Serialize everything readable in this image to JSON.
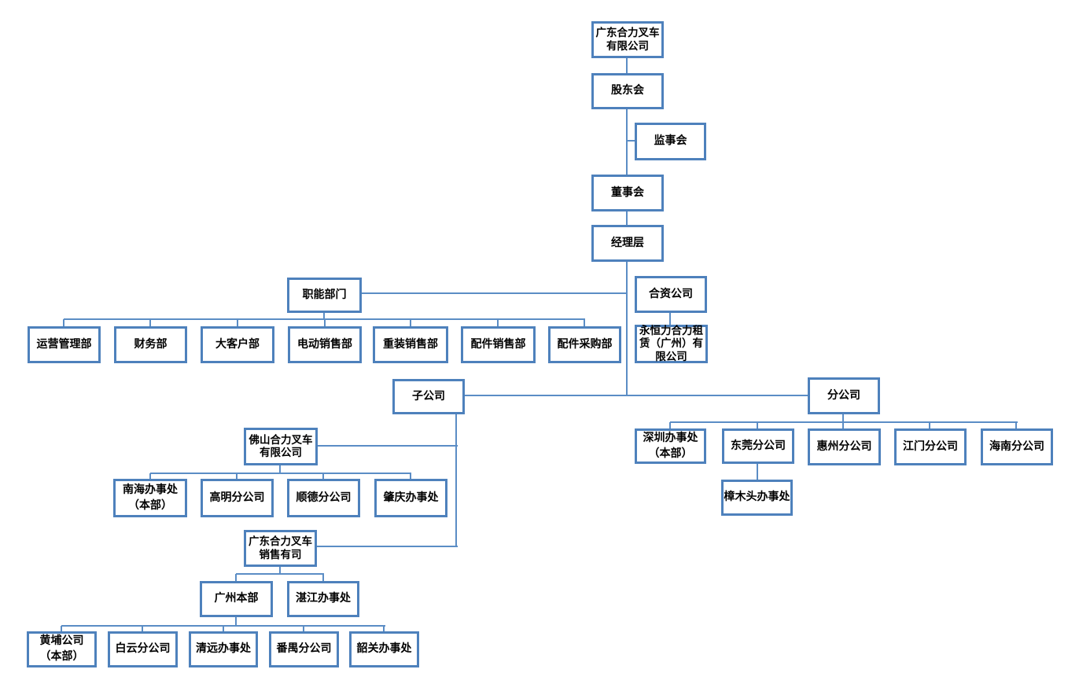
{
  "diagram": {
    "type": "organization-chart",
    "company": "广东合力叉车有限公司",
    "accent_color": "#4E81BC",
    "connector_color": "#5B8DC5",
    "nodes": {
      "gd_heli_root": {
        "label": "广东合力叉车\n有限公司"
      },
      "shareholders": {
        "label": "股东会"
      },
      "supervisors": {
        "label": "监事会"
      },
      "board": {
        "label": "董事会"
      },
      "management": {
        "label": "经理层"
      },
      "functional_depts": {
        "label": "职能部门"
      },
      "joint_venture": {
        "label": "合资公司"
      },
      "ops_mgmt": {
        "label": "运营管理部"
      },
      "finance": {
        "label": "财务部"
      },
      "key_accounts": {
        "label": "大客户部"
      },
      "electric_sales": {
        "label": "电动销售部"
      },
      "heavy_sales": {
        "label": "重装销售部"
      },
      "parts_sales": {
        "label": "配件销售部"
      },
      "parts_purchasing": {
        "label": "配件采购部"
      },
      "jungheinrich_heli": {
        "label": "永恒力合力租\n赁（广州）有\n限公司"
      },
      "subsidiaries": {
        "label": "子公司"
      },
      "branches": {
        "label": "分公司"
      },
      "shenzhen_office": {
        "label": "深圳办事处\n（本部）"
      },
      "dongguan_branch": {
        "label": "东莞分公司"
      },
      "huizhou_branch": {
        "label": "惠州分公司"
      },
      "jiangmen_branch": {
        "label": "江门分公司"
      },
      "hainan_branch": {
        "label": "海南分公司"
      },
      "zhangmutou_office": {
        "label": "樟木头办事处"
      },
      "foshan_heli": {
        "label": "佛山合力叉车\n有限公司"
      },
      "nanhai_office": {
        "label": "南海办事处\n（本部）"
      },
      "gaoming_branch": {
        "label": "高明分公司"
      },
      "shunde_branch": {
        "label": "顺德分公司"
      },
      "zhaoqing_office": {
        "label": "肇庆办事处"
      },
      "gd_heli_sales": {
        "label": "广东合力叉车\n销售有司"
      },
      "guangzhou_hq": {
        "label": "广州本部"
      },
      "zhanjiang_office": {
        "label": "湛江办事处"
      },
      "huangpu_company": {
        "label": "黄埔公司\n（本部）"
      },
      "baiyun_branch": {
        "label": "白云分公司"
      },
      "qingyuan_office": {
        "label": "清远办事处"
      },
      "panyu_branch": {
        "label": "番禺分公司"
      },
      "shaoguan_office": {
        "label": "韶关办事处"
      }
    },
    "edges": [
      [
        "gd_heli_root",
        "shareholders"
      ],
      [
        "shareholders",
        "supervisors"
      ],
      [
        "shareholders",
        "board"
      ],
      [
        "board",
        "management"
      ],
      [
        "management",
        "functional_depts"
      ],
      [
        "management",
        "joint_venture"
      ],
      [
        "management",
        "subsidiaries"
      ],
      [
        "management",
        "branches"
      ],
      [
        "functional_depts",
        "ops_mgmt"
      ],
      [
        "functional_depts",
        "finance"
      ],
      [
        "functional_depts",
        "key_accounts"
      ],
      [
        "functional_depts",
        "electric_sales"
      ],
      [
        "functional_depts",
        "heavy_sales"
      ],
      [
        "functional_depts",
        "parts_sales"
      ],
      [
        "functional_depts",
        "parts_purchasing"
      ],
      [
        "joint_venture",
        "jungheinrich_heli"
      ],
      [
        "subsidiaries",
        "foshan_heli"
      ],
      [
        "subsidiaries",
        "gd_heli_sales"
      ],
      [
        "foshan_heli",
        "nanhai_office"
      ],
      [
        "foshan_heli",
        "gaoming_branch"
      ],
      [
        "foshan_heli",
        "shunde_branch"
      ],
      [
        "foshan_heli",
        "zhaoqing_office"
      ],
      [
        "gd_heli_sales",
        "guangzhou_hq"
      ],
      [
        "gd_heli_sales",
        "zhanjiang_office"
      ],
      [
        "guangzhou_hq",
        "huangpu_company"
      ],
      [
        "guangzhou_hq",
        "baiyun_branch"
      ],
      [
        "guangzhou_hq",
        "qingyuan_office"
      ],
      [
        "guangzhou_hq",
        "panyu_branch"
      ],
      [
        "guangzhou_hq",
        "shaoguan_office"
      ],
      [
        "branches",
        "shenzhen_office"
      ],
      [
        "branches",
        "dongguan_branch"
      ],
      [
        "branches",
        "huizhou_branch"
      ],
      [
        "branches",
        "jiangmen_branch"
      ],
      [
        "branches",
        "hainan_branch"
      ],
      [
        "dongguan_branch",
        "zhangmutou_office"
      ]
    ]
  }
}
